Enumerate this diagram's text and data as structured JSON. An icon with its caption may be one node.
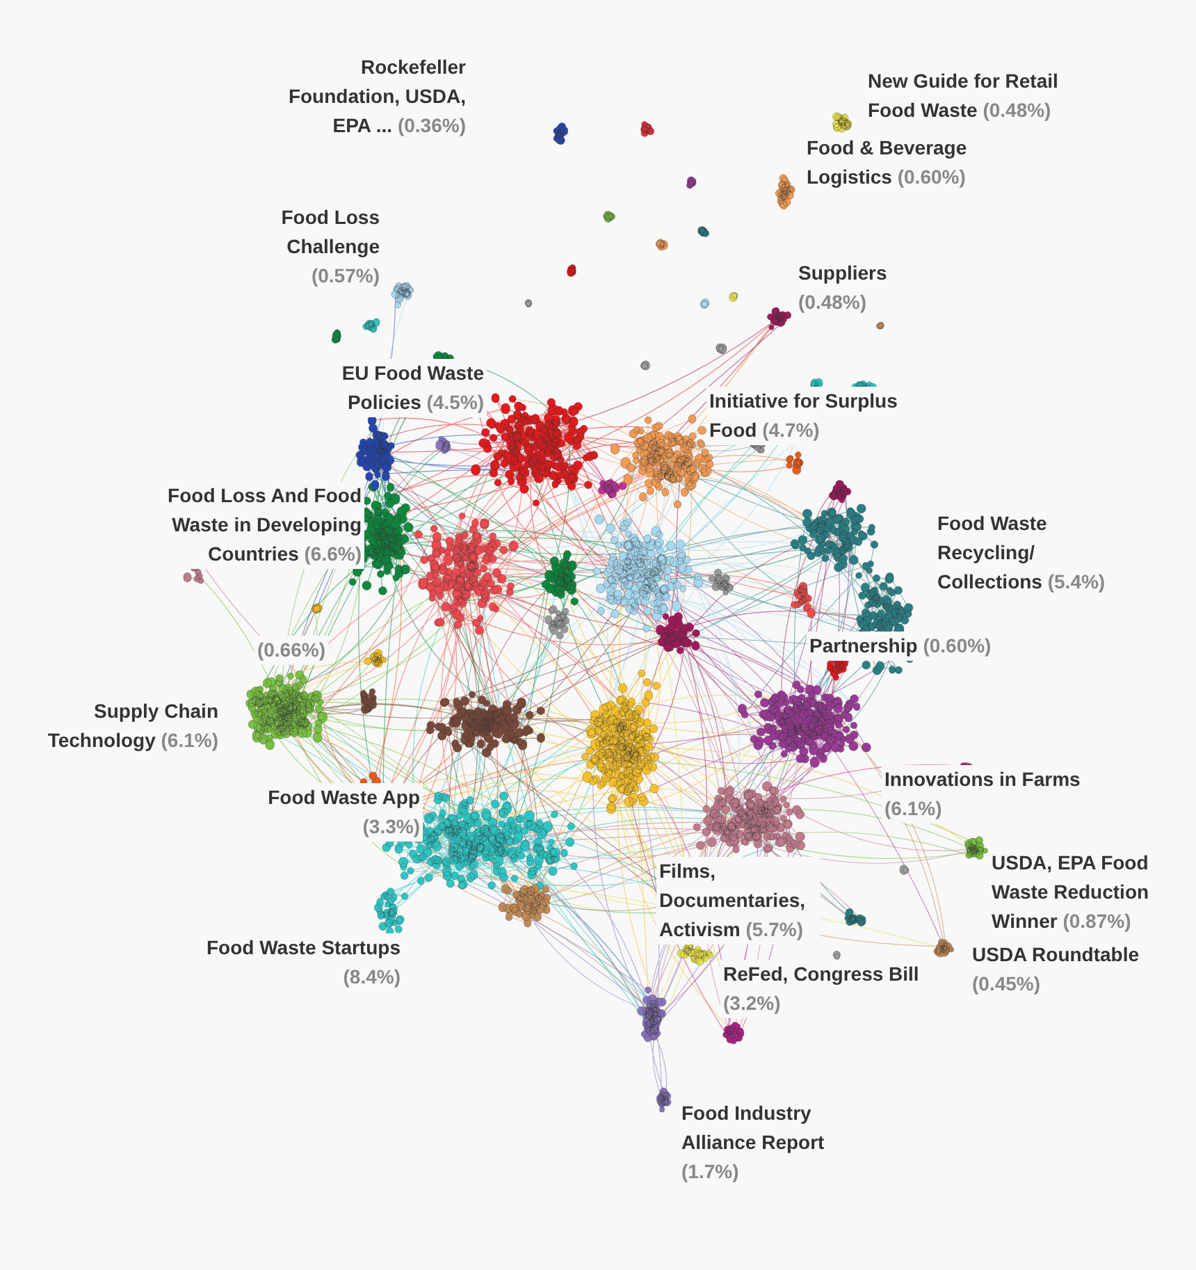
{
  "diagram": {
    "labels": [
      "Rockefeller Foundation, USDA, EPA ... (0.36%)",
      "New Guide for Retail Food Waste (0.48%)",
      "Food & Beverage Logistics (0.60%)",
      "Food Loss Challenge (0.57%)",
      "Suppliers (0.48%)",
      "EU Food Waste Policies (4.5%)",
      "Initiative for Surplus Food (4.7%)",
      "Food Loss And Food Waste in Developing Countries (6.6%)",
      "Food Waste Recycling/ Collections (5.4%)",
      "Partnership (0.60%)",
      "(0.66%)",
      "Supply Chain Technology (6.1%)",
      "Innovations in Farms (6.1%)",
      "Food Waste App (3.3%)",
      "USDA, EPA Food Waste Reduction Winner (0.87%)",
      "Films, Documentaries, Activism (5.7%)",
      "Food Waste Startups (8.4%)",
      "USDA Roundtable (0.45%)",
      "ReFed, Congress Bill (3.2%)",
      "Food Industry Alliance Report (1.7%)"
    ]
  }
}
